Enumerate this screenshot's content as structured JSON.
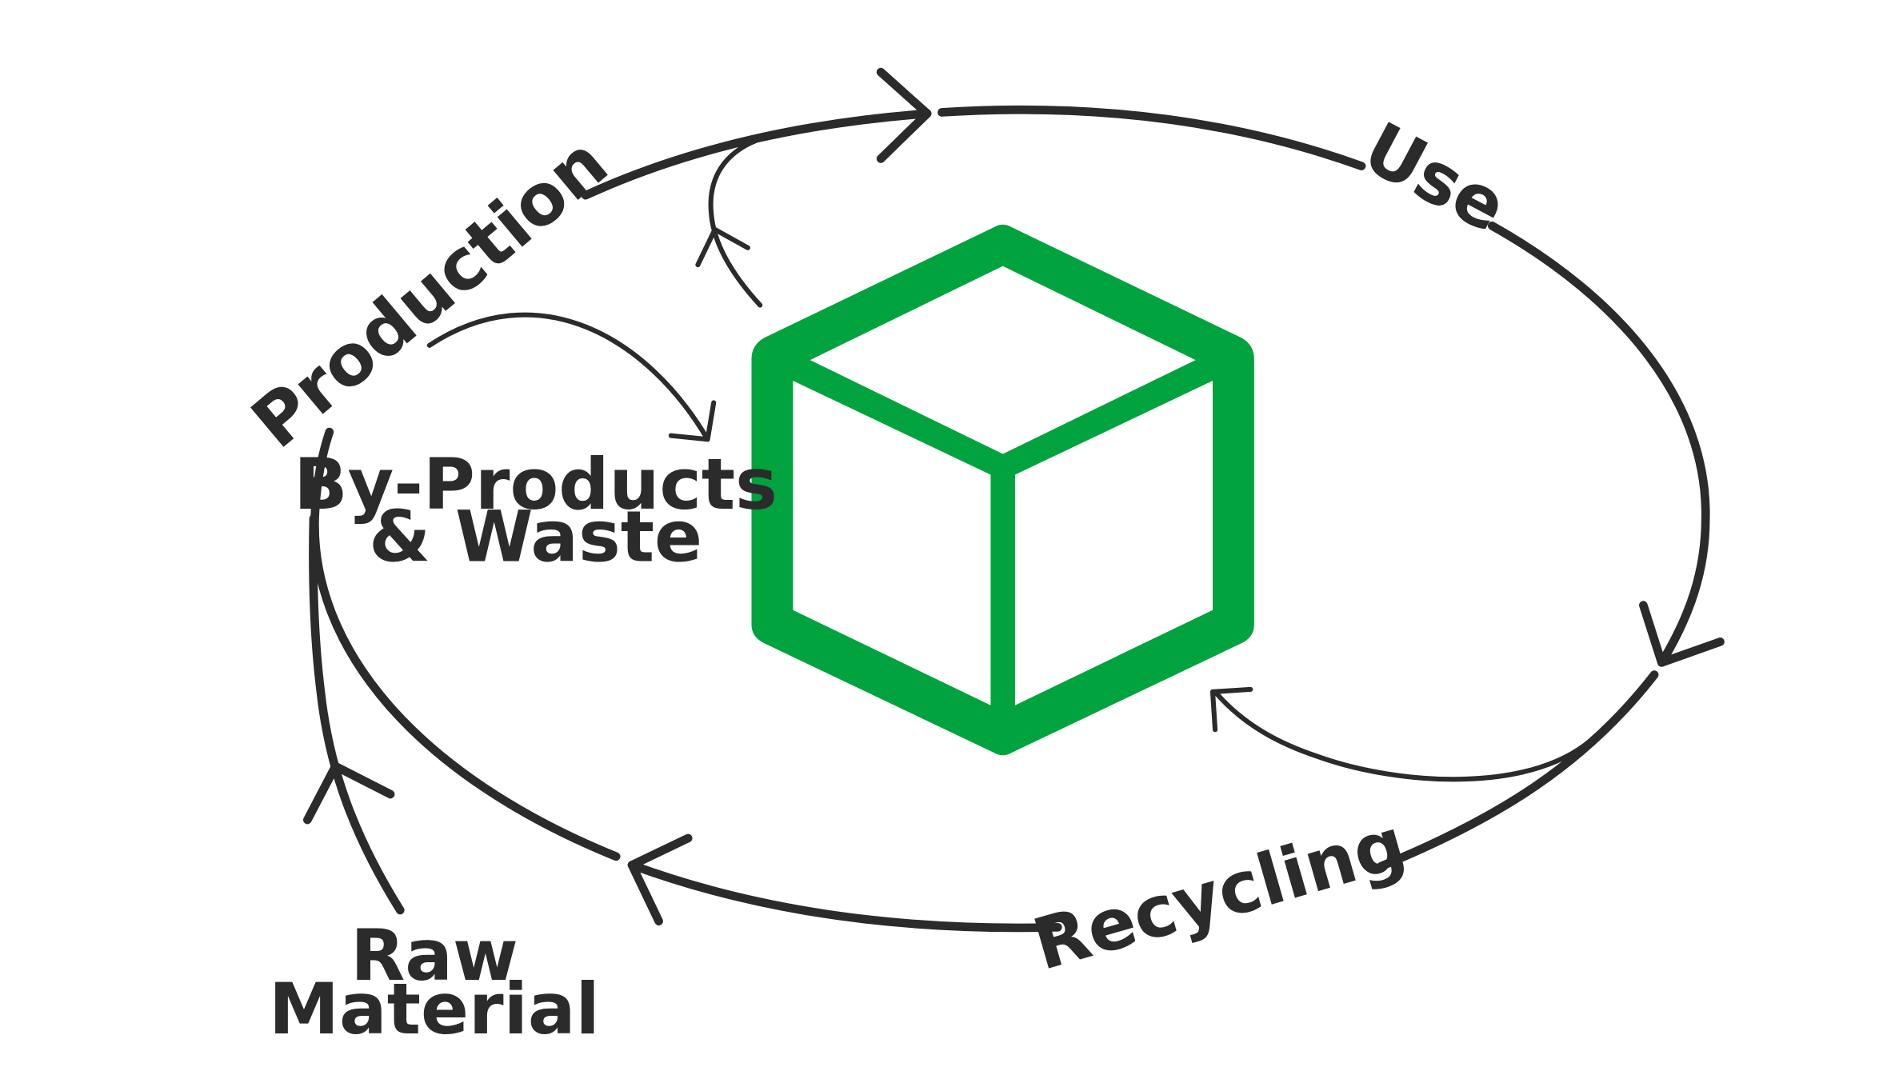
{
  "diagram": {
    "stages": {
      "production": "Production",
      "use": "Use",
      "recycling": "Recycling",
      "raw_material_line1": "Raw",
      "raw_material_line2": "Material"
    },
    "byproducts": {
      "line1": "By-Products",
      "line2": "& Waste"
    },
    "center_icon": "cube-box-icon",
    "colors": {
      "accent": "#00a33d",
      "ink": "#2b2b2b",
      "background": "#ffffff"
    }
  }
}
